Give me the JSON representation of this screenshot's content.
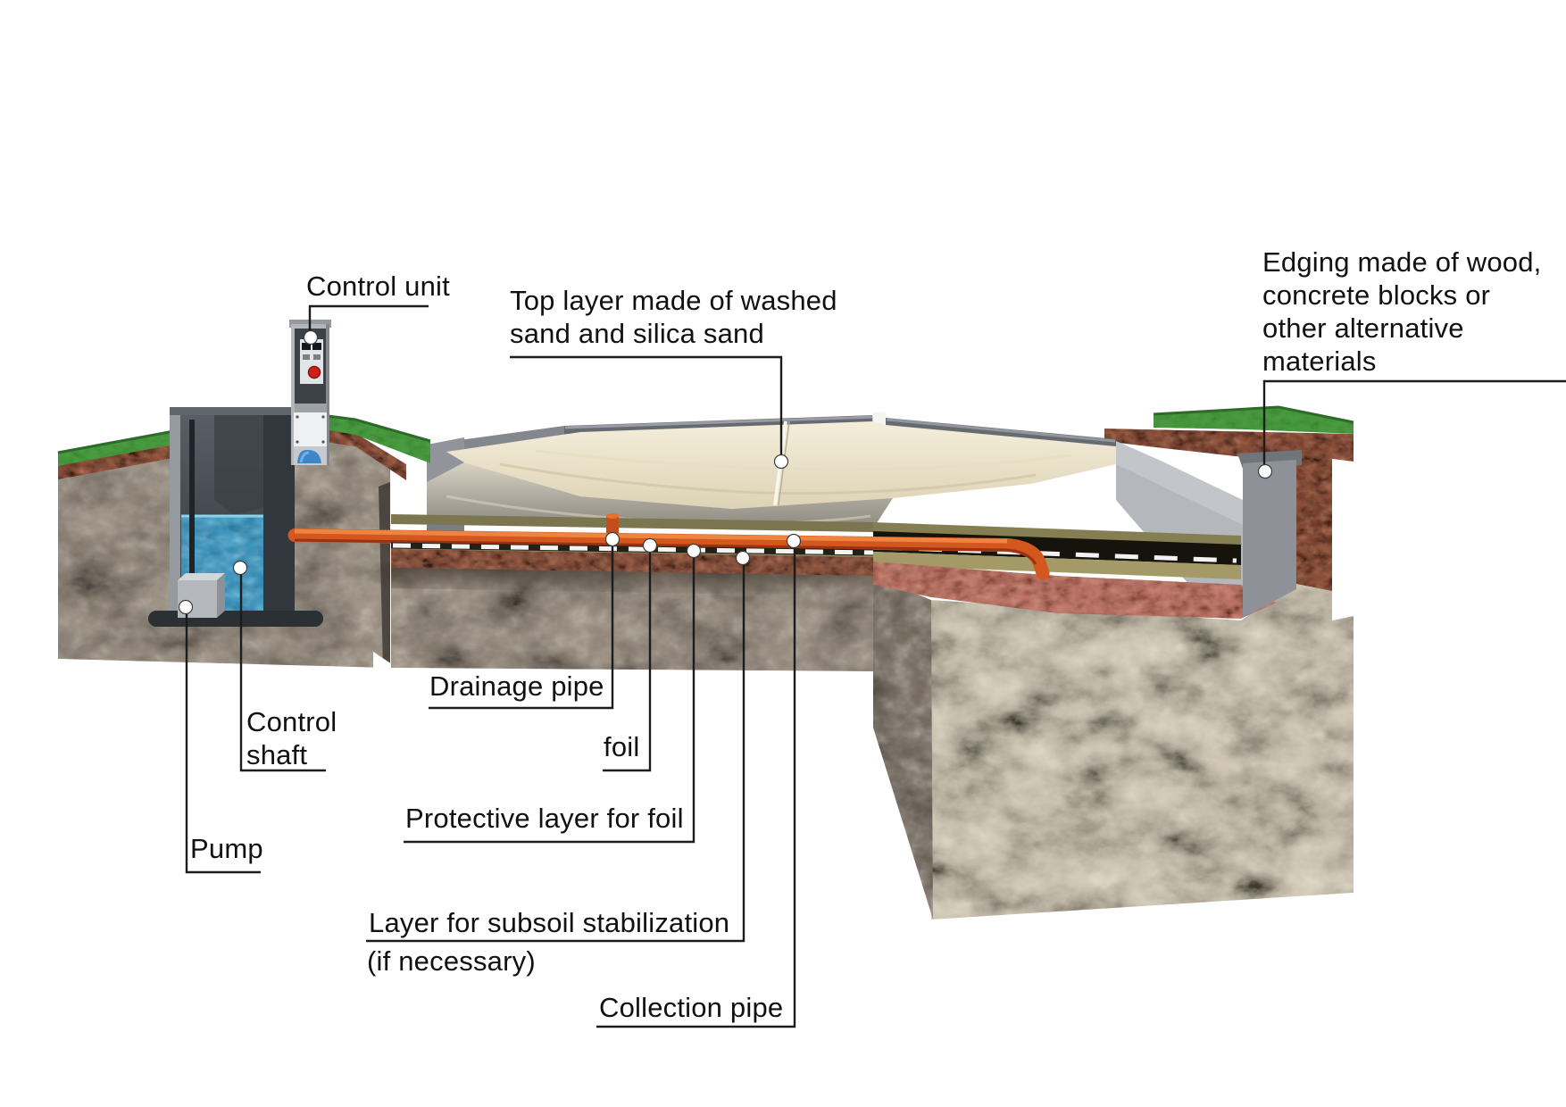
{
  "figure": {
    "title": "Sand court construction cutaway diagram",
    "background": "#ffffff"
  },
  "labels": {
    "control_unit": {
      "text": "Control unit"
    },
    "top_layer": {
      "text": "Top layer made of washed\nsand and silica sand"
    },
    "edging": {
      "text": "Edging made of wood,\nconcrete blocks or\nother alternative\nmaterials"
    },
    "drainage_pipe": {
      "text": "Drainage pipe"
    },
    "foil": {
      "text": "foil"
    },
    "control_shaft": {
      "text": "Control\nshaft"
    },
    "protective_layer": {
      "text": "Protective layer for foil"
    },
    "pump": {
      "text": "Pump"
    },
    "subsoil": {
      "text": "Layer for subsoil stabilization",
      "note": "(if necessary)"
    },
    "collection_pipe": {
      "text": "Collection pipe"
    }
  },
  "colors": {
    "leader_line": "#1c1c1c",
    "anchor_dot": "#ffffff",
    "pipe_orange": "#d4571f",
    "water_blue": "#3f9cc3",
    "grass_green": "#4c9f42",
    "sand_cream": "#ebe3ca",
    "soil_gray": "#95897d",
    "label_text": "#111111"
  }
}
